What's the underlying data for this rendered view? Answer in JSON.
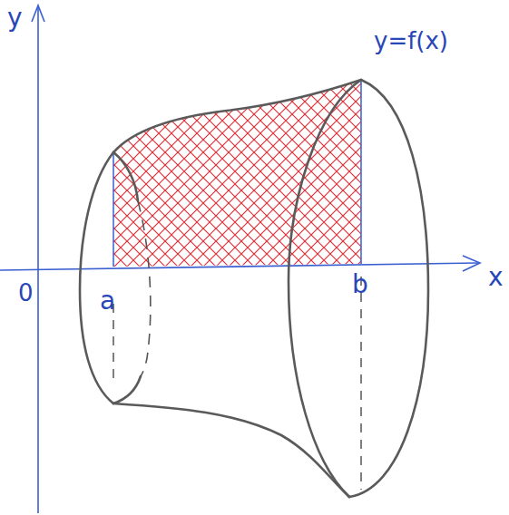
{
  "diagram": {
    "labels": [
      "y",
      "0",
      "a",
      "b",
      "x",
      "y=f(x)"
    ]
  }
}
